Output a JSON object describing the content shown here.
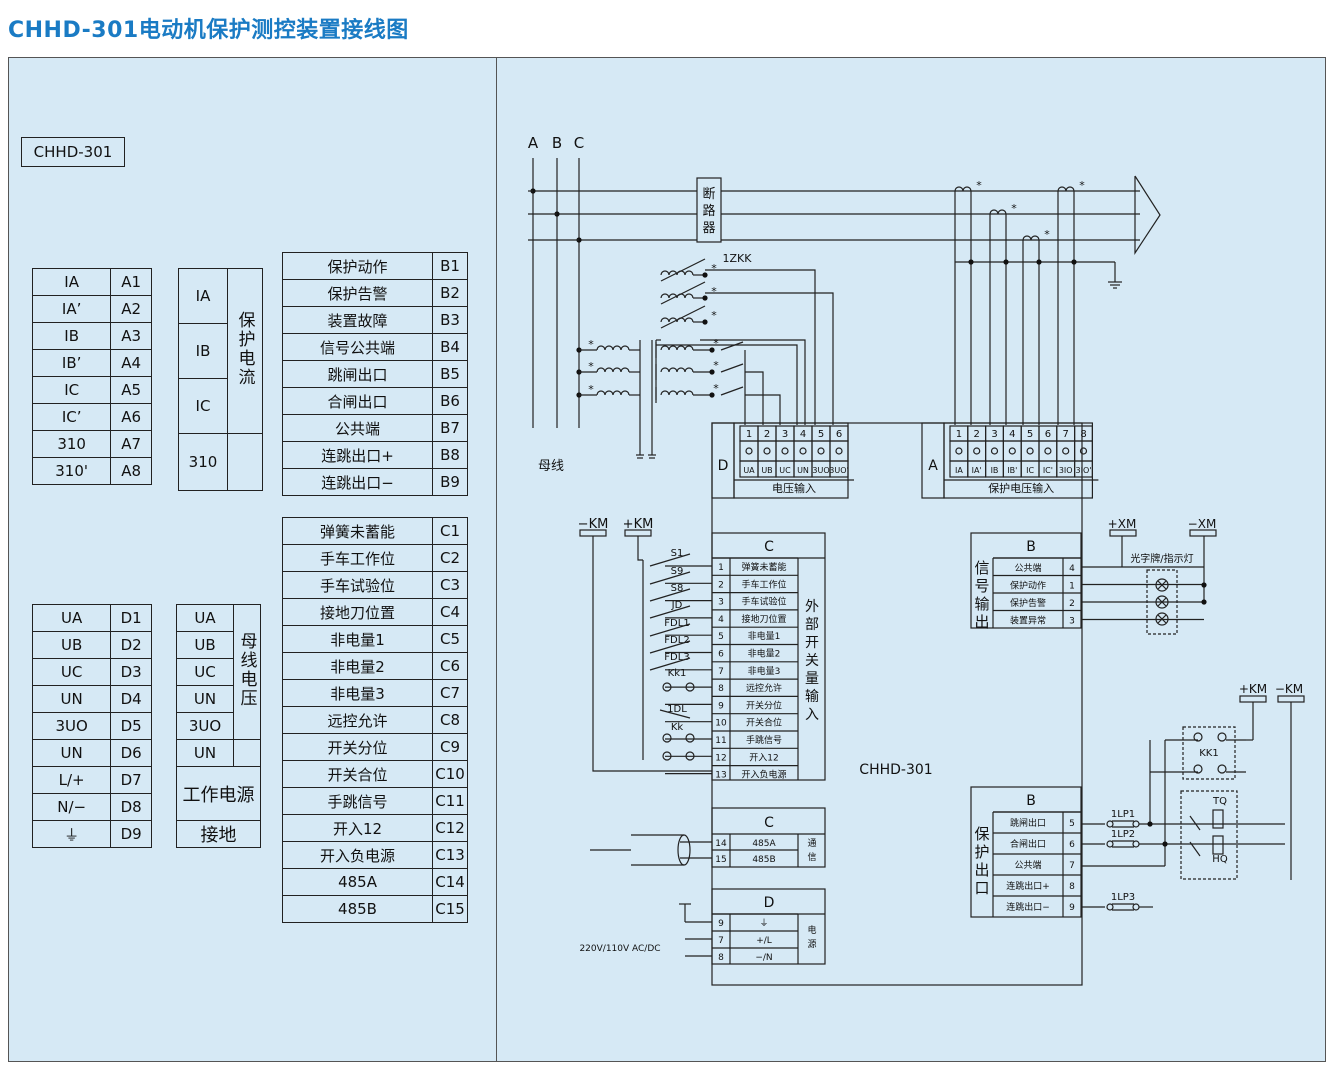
{
  "title": "CHHD-301电动机保护测控装置接线图",
  "model_label": "CHHD-301",
  "current_terminals": [
    {
      "name": "IA",
      "term": "A1"
    },
    {
      "name": "IA’",
      "term": "A2"
    },
    {
      "name": "IB",
      "term": "A3"
    },
    {
      "name": "IB’",
      "term": "A4"
    },
    {
      "name": "IC",
      "term": "A5"
    },
    {
      "name": "IC’",
      "term": "A6"
    },
    {
      "name": "310",
      "term": "A7"
    },
    {
      "name": "310'",
      "term": "A8"
    }
  ],
  "current_group": {
    "rows": [
      "IA",
      "IB",
      "IC",
      "310"
    ],
    "label": "保护电流"
  },
  "voltage_terminals": [
    {
      "name": "UA",
      "term": "D1"
    },
    {
      "name": "UB",
      "term": "D2"
    },
    {
      "name": "UC",
      "term": "D3"
    },
    {
      "name": "UN",
      "term": "D4"
    },
    {
      "name": "3UO",
      "term": "D5"
    },
    {
      "name": "UN",
      "term": "D6"
    },
    {
      "name": "L/+",
      "term": "D7"
    },
    {
      "name": "N/−",
      "term": "D8"
    },
    {
      "name": "⏚",
      "term": "D9"
    }
  ],
  "voltage_group": {
    "rows": [
      "UA",
      "UB",
      "UC",
      "UN",
      "3UO",
      "UN"
    ],
    "label": "母线电压",
    "power_label": "工作电源",
    "ground_label": "接地"
  },
  "output_terminals": [
    {
      "name": "保护动作",
      "term": "B1"
    },
    {
      "name": "保护告警",
      "term": "B2"
    },
    {
      "name": "装置故障",
      "term": "B3"
    },
    {
      "name": "信号公共端",
      "term": "B4"
    },
    {
      "name": "跳闸出口",
      "term": "B5"
    },
    {
      "name": "合闸出口",
      "term": "B6"
    },
    {
      "name": "公共端",
      "term": "B7"
    },
    {
      "name": "连跳出口+",
      "term": "B8"
    },
    {
      "name": "连跳出口−",
      "term": "B9"
    }
  ],
  "input_terminals": [
    {
      "name": "弹簧未蓄能",
      "term": "C1"
    },
    {
      "name": "手车工作位",
      "term": "C2"
    },
    {
      "name": "手车试验位",
      "term": "C3"
    },
    {
      "name": "接地刀位置",
      "term": "C4"
    },
    {
      "name": "非电量1",
      "term": "C5"
    },
    {
      "name": "非电量2",
      "term": "C6"
    },
    {
      "name": "非电量3",
      "term": "C7"
    },
    {
      "name": "远控允许",
      "term": "C8"
    },
    {
      "name": "开关分位",
      "term": "C9"
    },
    {
      "name": "开关合位",
      "term": "C10"
    },
    {
      "name": "手跳信号",
      "term": "C11"
    },
    {
      "name": "开入12",
      "term": "C12"
    },
    {
      "name": "开入负电源",
      "term": "C13"
    },
    {
      "name": "485A",
      "term": "C14"
    },
    {
      "name": "485B",
      "term": "C15"
    }
  ],
  "wiring": {
    "phases": [
      "A",
      "B",
      "C"
    ],
    "breaker": "断路器",
    "zkk": "1ZKK",
    "busbar": "母线",
    "device": "CHHD-301",
    "block_d_top": {
      "letter": "D",
      "nums": [
        "1",
        "2",
        "3",
        "4",
        "5",
        "6"
      ],
      "names": [
        "UA",
        "UB",
        "UC",
        "UN",
        "3UO",
        "3UO'"
      ],
      "caption": "电压输入"
    },
    "block_a_top": {
      "letter": "A",
      "nums": [
        "1",
        "2",
        "3",
        "4",
        "5",
        "6",
        "7",
        "8"
      ],
      "names": [
        "IA",
        "IA'",
        "IB",
        "IB'",
        "IC",
        "IC'",
        "3IO",
        "3IO'"
      ],
      "caption": "保护电压输入"
    },
    "block_c_inputs": {
      "letter": "C",
      "side": "外部开关量输入",
      "nums": [
        "1",
        "2",
        "3",
        "4",
        "5",
        "6",
        "7",
        "8",
        "9",
        "10",
        "11",
        "12",
        "13"
      ],
      "names": [
        "弹簧未蓄能",
        "手车工作位",
        "手车试验位",
        "接地刀位置",
        "非电量1",
        "非电量2",
        "非电量3",
        "远控允许",
        "开关分位",
        "开关合位",
        "手跳信号",
        "开入12",
        "开入负电源"
      ]
    },
    "switch_labels": [
      "S1",
      "S9",
      "S8",
      "JD",
      "FDL1",
      "FDL2",
      "FDL3",
      "Kk1",
      "1DL",
      "Kk"
    ],
    "km": [
      "−KM",
      "+KM"
    ],
    "block_c_comm": {
      "letter": "C",
      "nums": [
        "14",
        "15"
      ],
      "names": [
        "485A",
        "485B"
      ],
      "side": "通信"
    },
    "block_d_power": {
      "letter": "D",
      "nums": [
        "9",
        "7",
        "8"
      ],
      "names": [
        "⏚",
        "+/L",
        "−/N"
      ],
      "side": "电源",
      "supply": "220V/110V AC/DC"
    },
    "block_b_signal": {
      "letter": "B",
      "side": "信号输出",
      "nums": [
        "4",
        "1",
        "2",
        "3"
      ],
      "names": [
        "公共端",
        "保护动作",
        "保护告警",
        "装置异常"
      ],
      "xm": [
        "+XM",
        "−XM"
      ],
      "lamp": "光字牌/指示灯"
    },
    "block_b_protect": {
      "letter": "B",
      "side": "保护出口",
      "nums": [
        "5",
        "6",
        "7",
        "8",
        "9"
      ],
      "names": [
        "跳闸出口",
        "合闸出口",
        "公共端",
        "连跳出口+",
        "连跳出口−"
      ],
      "lp": [
        "1LP1",
        "1LP2",
        "1LP3"
      ],
      "km": [
        "+KM",
        "−KM"
      ],
      "kk": "KK1",
      "tq": "TQ",
      "hq": "HQ"
    }
  }
}
